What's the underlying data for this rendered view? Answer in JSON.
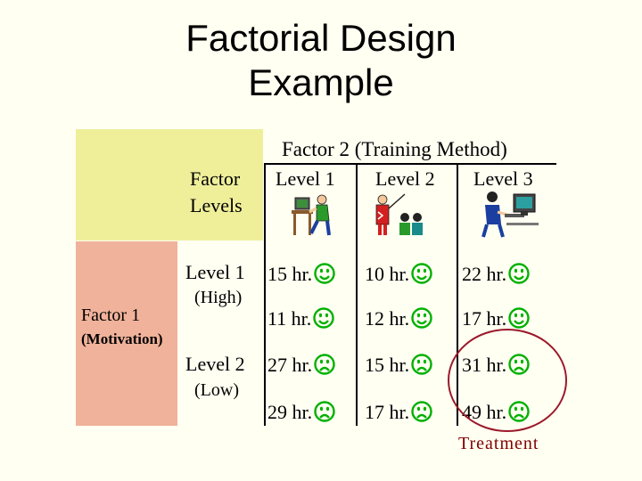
{
  "title": {
    "line1": "Factorial Design",
    "line2": "Example"
  },
  "factor2": {
    "header": "Factor 2  (Training Method)",
    "levels": [
      "Level 1",
      "Level 2",
      "Level 3"
    ]
  },
  "factor_levels_label": {
    "line1": "Factor",
    "line2": "Levels"
  },
  "factor1": {
    "label": "Factor 1",
    "sublabel": "(Motivation)",
    "levels": [
      {
        "label": "Level 1",
        "sub": "(High)"
      },
      {
        "label": "Level 2",
        "sub": "(Low)"
      }
    ]
  },
  "cells": [
    [
      {
        "text": "15 hr.",
        "face": "smile"
      },
      {
        "text": "10 hr.",
        "face": "smile"
      },
      {
        "text": "22 hr.",
        "face": "smile"
      }
    ],
    [
      {
        "text": "11 hr.",
        "face": "smile"
      },
      {
        "text": "12 hr.",
        "face": "smile"
      },
      {
        "text": "17 hr.",
        "face": "smile"
      }
    ],
    [
      {
        "text": "27 hr.",
        "face": "frown"
      },
      {
        "text": "15 hr.",
        "face": "frown"
      },
      {
        "text": "31 hr.",
        "face": "frown"
      }
    ],
    [
      {
        "text": "29 hr.",
        "face": "frown"
      },
      {
        "text": "17 hr.",
        "face": "frown"
      },
      {
        "text": "49 hr.",
        "face": "frown"
      }
    ]
  ],
  "annotation": {
    "label": "Treatment",
    "color": "#800000"
  },
  "colors": {
    "background": "#fffff2",
    "yellow_header": "#efef9a",
    "salmon_header": "#f0b29a",
    "face": "#00b000"
  },
  "icons": [
    "computer-training-icon",
    "instructor-lecture-icon",
    "workstation-user-icon"
  ]
}
